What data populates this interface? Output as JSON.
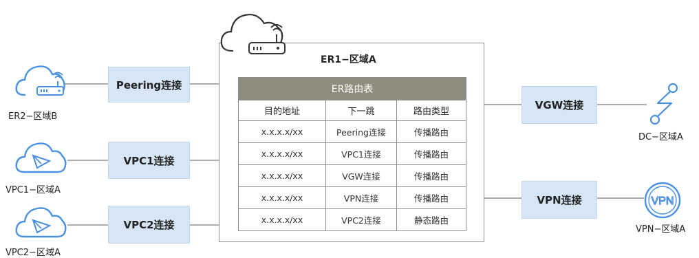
{
  "router": {
    "title": "ER1−区域A"
  },
  "route_table": {
    "caption": "ER路由表",
    "headers": [
      "目的地址",
      "下一跳",
      "路由类型"
    ],
    "rows": [
      [
        "x.x.x.x/xx",
        "Peering连接",
        "传播路由"
      ],
      [
        "x.x.x.x/xx",
        "VPC1连接",
        "传播路由"
      ],
      [
        "x.x.x.x/xx",
        "VGW连接",
        "传播路由"
      ],
      [
        "x.x.x.x/xx",
        "VPN连接",
        "传播路由"
      ],
      [
        "x.x.x.x/xx",
        "VPC2连接",
        "静态路由"
      ]
    ]
  },
  "attachments": {
    "peering": "Peering连接",
    "vpc1": "VPC1连接",
    "vpc2": "VPC2连接",
    "vgw": "VGW连接",
    "vpn": "VPN连接"
  },
  "nodes": {
    "er2": {
      "label": "ER2−区域B",
      "icon": "cloud-router-icon"
    },
    "vpc1": {
      "label": "VPC1−区域A",
      "icon": "cloud-vpc-icon"
    },
    "vpc2": {
      "label": "VPC2−区域A",
      "icon": "cloud-vpc-icon"
    },
    "dc": {
      "label": "DC−区域A",
      "icon": "direct-connect-icon"
    },
    "vpn": {
      "label": "VPN−区域A",
      "icon": "vpn-icon",
      "badge": "VPN"
    }
  },
  "colors": {
    "icon_blue": "#4a90e2",
    "box_fill": "#d7e6f6",
    "table_header": "#8f8d7d",
    "frame": "#8c8c8c"
  }
}
